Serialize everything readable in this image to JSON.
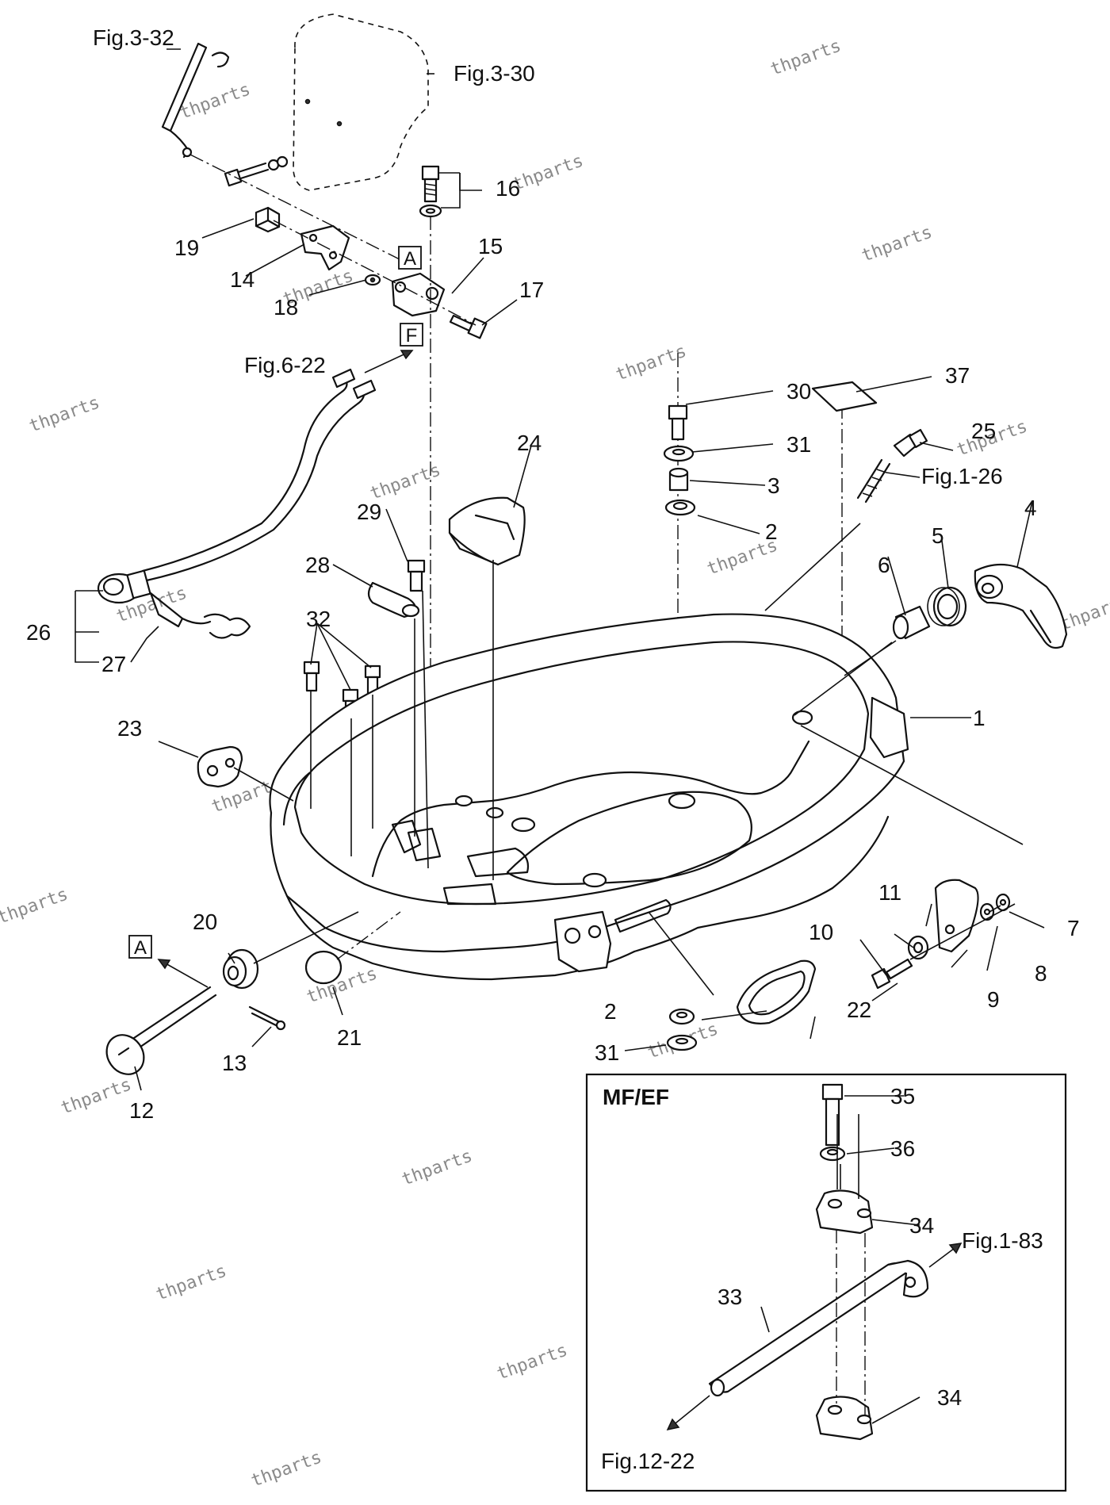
{
  "parts": [
    {
      "id": "1"
    },
    {
      "id": "2"
    },
    {
      "id": "2b",
      "label": "2"
    },
    {
      "id": "3"
    },
    {
      "id": "4"
    },
    {
      "id": "5"
    },
    {
      "id": "6"
    },
    {
      "id": "7"
    },
    {
      "id": "8"
    },
    {
      "id": "9"
    },
    {
      "id": "10"
    },
    {
      "id": "11"
    },
    {
      "id": "12"
    },
    {
      "id": "13"
    },
    {
      "id": "14"
    },
    {
      "id": "15"
    },
    {
      "id": "16"
    },
    {
      "id": "17"
    },
    {
      "id": "18"
    },
    {
      "id": "19"
    },
    {
      "id": "20"
    },
    {
      "id": "21"
    },
    {
      "id": "22"
    },
    {
      "id": "23"
    },
    {
      "id": "24"
    },
    {
      "id": "25"
    },
    {
      "id": "26"
    },
    {
      "id": "27"
    },
    {
      "id": "28"
    },
    {
      "id": "29"
    },
    {
      "id": "30"
    },
    {
      "id": "31"
    },
    {
      "id": "31b",
      "label": "31"
    },
    {
      "id": "32"
    },
    {
      "id": "33"
    },
    {
      "id": "34"
    },
    {
      "id": "34b",
      "label": "34"
    },
    {
      "id": "35"
    },
    {
      "id": "36"
    },
    {
      "id": "37"
    }
  ],
  "labels": {
    "p1": "1",
    "p2": "2",
    "p2b": "2",
    "p3": "3",
    "p4": "4",
    "p5": "5",
    "p6": "6",
    "p7": "7",
    "p8": "8",
    "p9": "9",
    "p10": "10",
    "p11": "11",
    "p12": "12",
    "p13": "13",
    "p14": "14",
    "p15": "15",
    "p16": "16",
    "p17": "17",
    "p18": "18",
    "p19": "19",
    "p20": "20",
    "p21": "21",
    "p22": "22",
    "p23": "23",
    "p24": "24",
    "p25": "25",
    "p26": "26",
    "p27": "27",
    "p28": "28",
    "p29": "29",
    "p30": "30",
    "p31": "31",
    "p31b": "31",
    "p32": "32",
    "p33": "33",
    "p34": "34",
    "p34b": "34",
    "p35": "35",
    "p36": "36",
    "p37": "37"
  },
  "refs": {
    "fig3_32": "Fig.3-32",
    "fig3_30": "Fig.3-30",
    "fig6_22": "Fig.6-22",
    "fig1_26": "Fig.1-26",
    "fig1_83": "Fig.1-83",
    "fig12_22": "Fig.12-22"
  },
  "markers": {
    "a_top": "A",
    "f_top": "F",
    "a_bottom": "A"
  },
  "inset": {
    "title": "MF/EF"
  },
  "watermark": "thparts"
}
